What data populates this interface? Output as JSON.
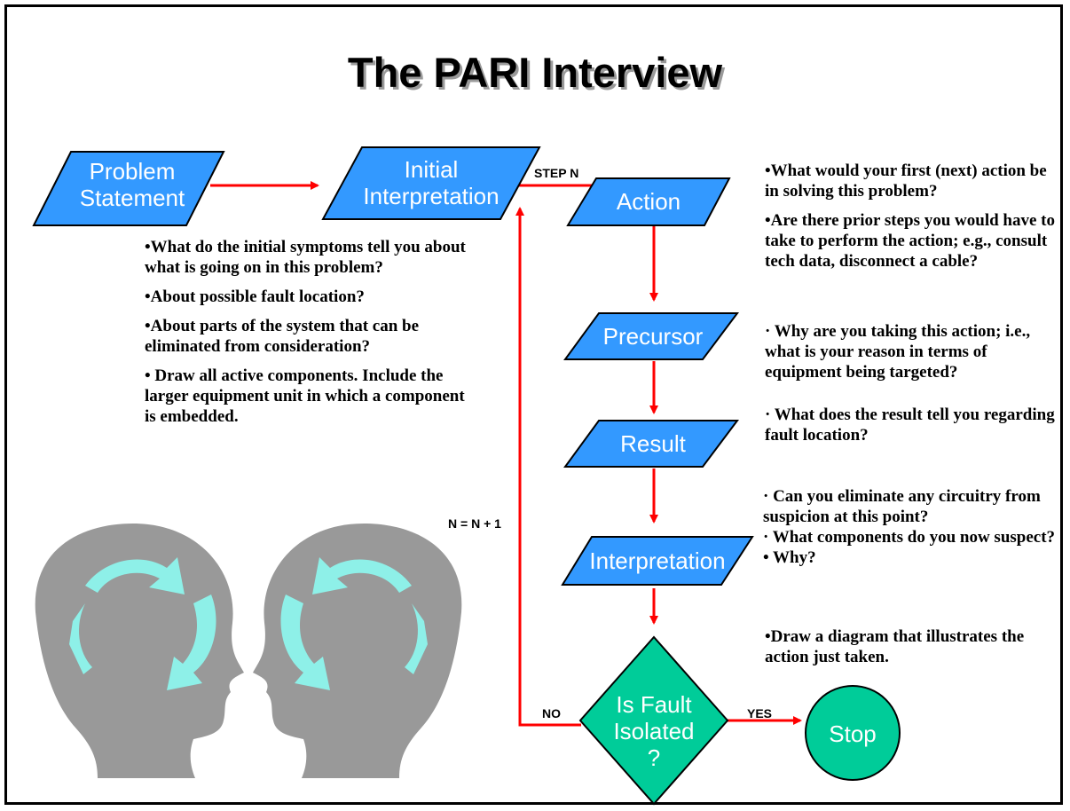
{
  "title": "The PARI Interview",
  "nodes": {
    "problem_statement": [
      "Problem",
      "Statement"
    ],
    "initial_interpretation": [
      "Initial",
      "Interpretation"
    ],
    "action": "Action",
    "precursor": "Precursor",
    "result": "Result",
    "interpretation": "Interpretation",
    "decision": [
      "Is Fault",
      "Isolated",
      "?"
    ],
    "stop": "Stop"
  },
  "edge_labels": {
    "step_n": "STEP N",
    "n_increment": "N = N + 1",
    "no": "NO",
    "yes": "YES"
  },
  "left_questions": [
    "•What do the initial symptoms tell you about what is going on in this problem?",
    "•About possible fault location?",
    "•About parts of the system that can be eliminated from consideration?",
    "• Draw all active components. Include the larger equipment unit in which a component is embedded."
  ],
  "right_questions": {
    "action": [
      "•What would your first  (next) action be in solving  this problem?",
      "•Are there prior steps you would have to take to perform the action; e.g., consult tech data, disconnect a cable?"
    ],
    "precursor": "· Why are you taking this action; i.e., what is your reason in terms of equipment being targeted?",
    "result": "· What does the result tell you regarding fault location?",
    "interpretation": [
      "· Can you eliminate any circuitry from suspicion at this point?",
      "· What components do you now suspect?",
      "• Why?"
    ],
    "draw": "•Draw a diagram that illustrates the action just taken."
  },
  "colors": {
    "parallelogram": "#3399ff",
    "decision": "#00cc99",
    "arrow": "#ff0000",
    "head": "#999999",
    "cycle_arrow": "#8ef0e8"
  },
  "icons": [
    "head-left-icon",
    "head-right-icon"
  ]
}
